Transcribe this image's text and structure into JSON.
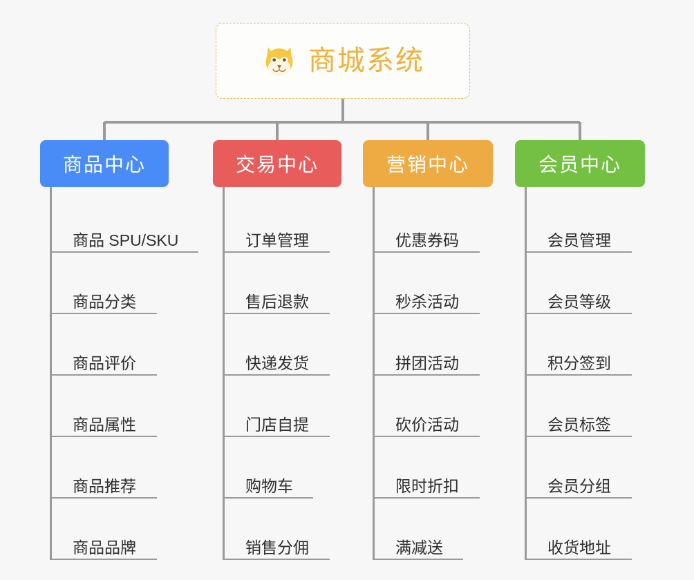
{
  "background_color": "#f7f7f7",
  "root": {
    "title": "商城系统",
    "icon": "dog-face-icon",
    "text_color": "#f0b23c",
    "border_color": "#e8b84b"
  },
  "connector_color": "#9a9a9a",
  "columns": [
    {
      "title": "商品中心",
      "color": "#4a8cf7",
      "items": [
        "商品 SPU/SKU",
        "商品分类",
        "商品评价",
        "商品属性",
        "商品推荐",
        "商品品牌"
      ]
    },
    {
      "title": "交易中心",
      "color": "#e85c5c",
      "items": [
        "订单管理",
        "售后退款",
        "快递发货",
        "门店自提",
        "购物车",
        "销售分佣"
      ]
    },
    {
      "title": "营销中心",
      "color": "#eeab43",
      "items": [
        "优惠券码",
        "秒杀活动",
        "拼团活动",
        "砍价活动",
        "限时折扣",
        "满减送"
      ]
    },
    {
      "title": "会员中心",
      "color": "#74c043",
      "items": [
        "会员管理",
        "会员等级",
        "积分签到",
        "会员标签",
        "会员分组",
        "收货地址"
      ]
    }
  ]
}
